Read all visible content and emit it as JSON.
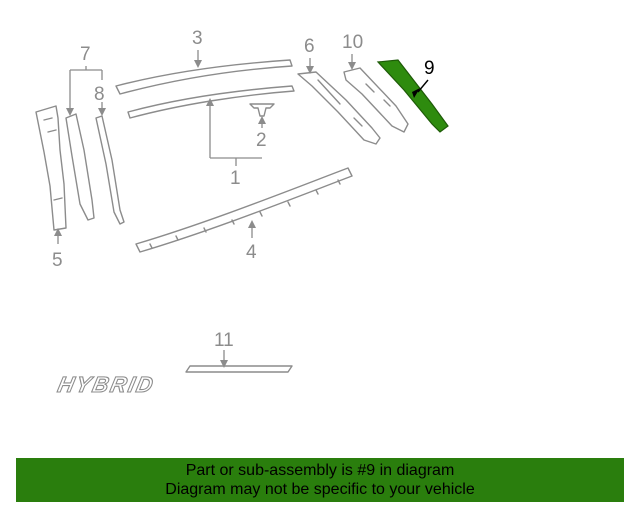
{
  "callouts": {
    "c1": "1",
    "c2": "2",
    "c3": "3",
    "c4": "4",
    "c5": "5",
    "c6": "6",
    "c7": "7",
    "c8": "8",
    "c9": "9",
    "c10": "10",
    "c11": "11"
  },
  "highlighted_part": "9",
  "emblem": {
    "text": "HYBRID"
  },
  "colors": {
    "highlight_fill": "#2e8b0e",
    "banner_bg": "#2a7e0d",
    "line_gray": "#8c8c8c"
  },
  "banner": {
    "line1": "Part or sub-assembly is #9 in diagram",
    "line2": "Diagram may not be specific to your vehicle"
  }
}
